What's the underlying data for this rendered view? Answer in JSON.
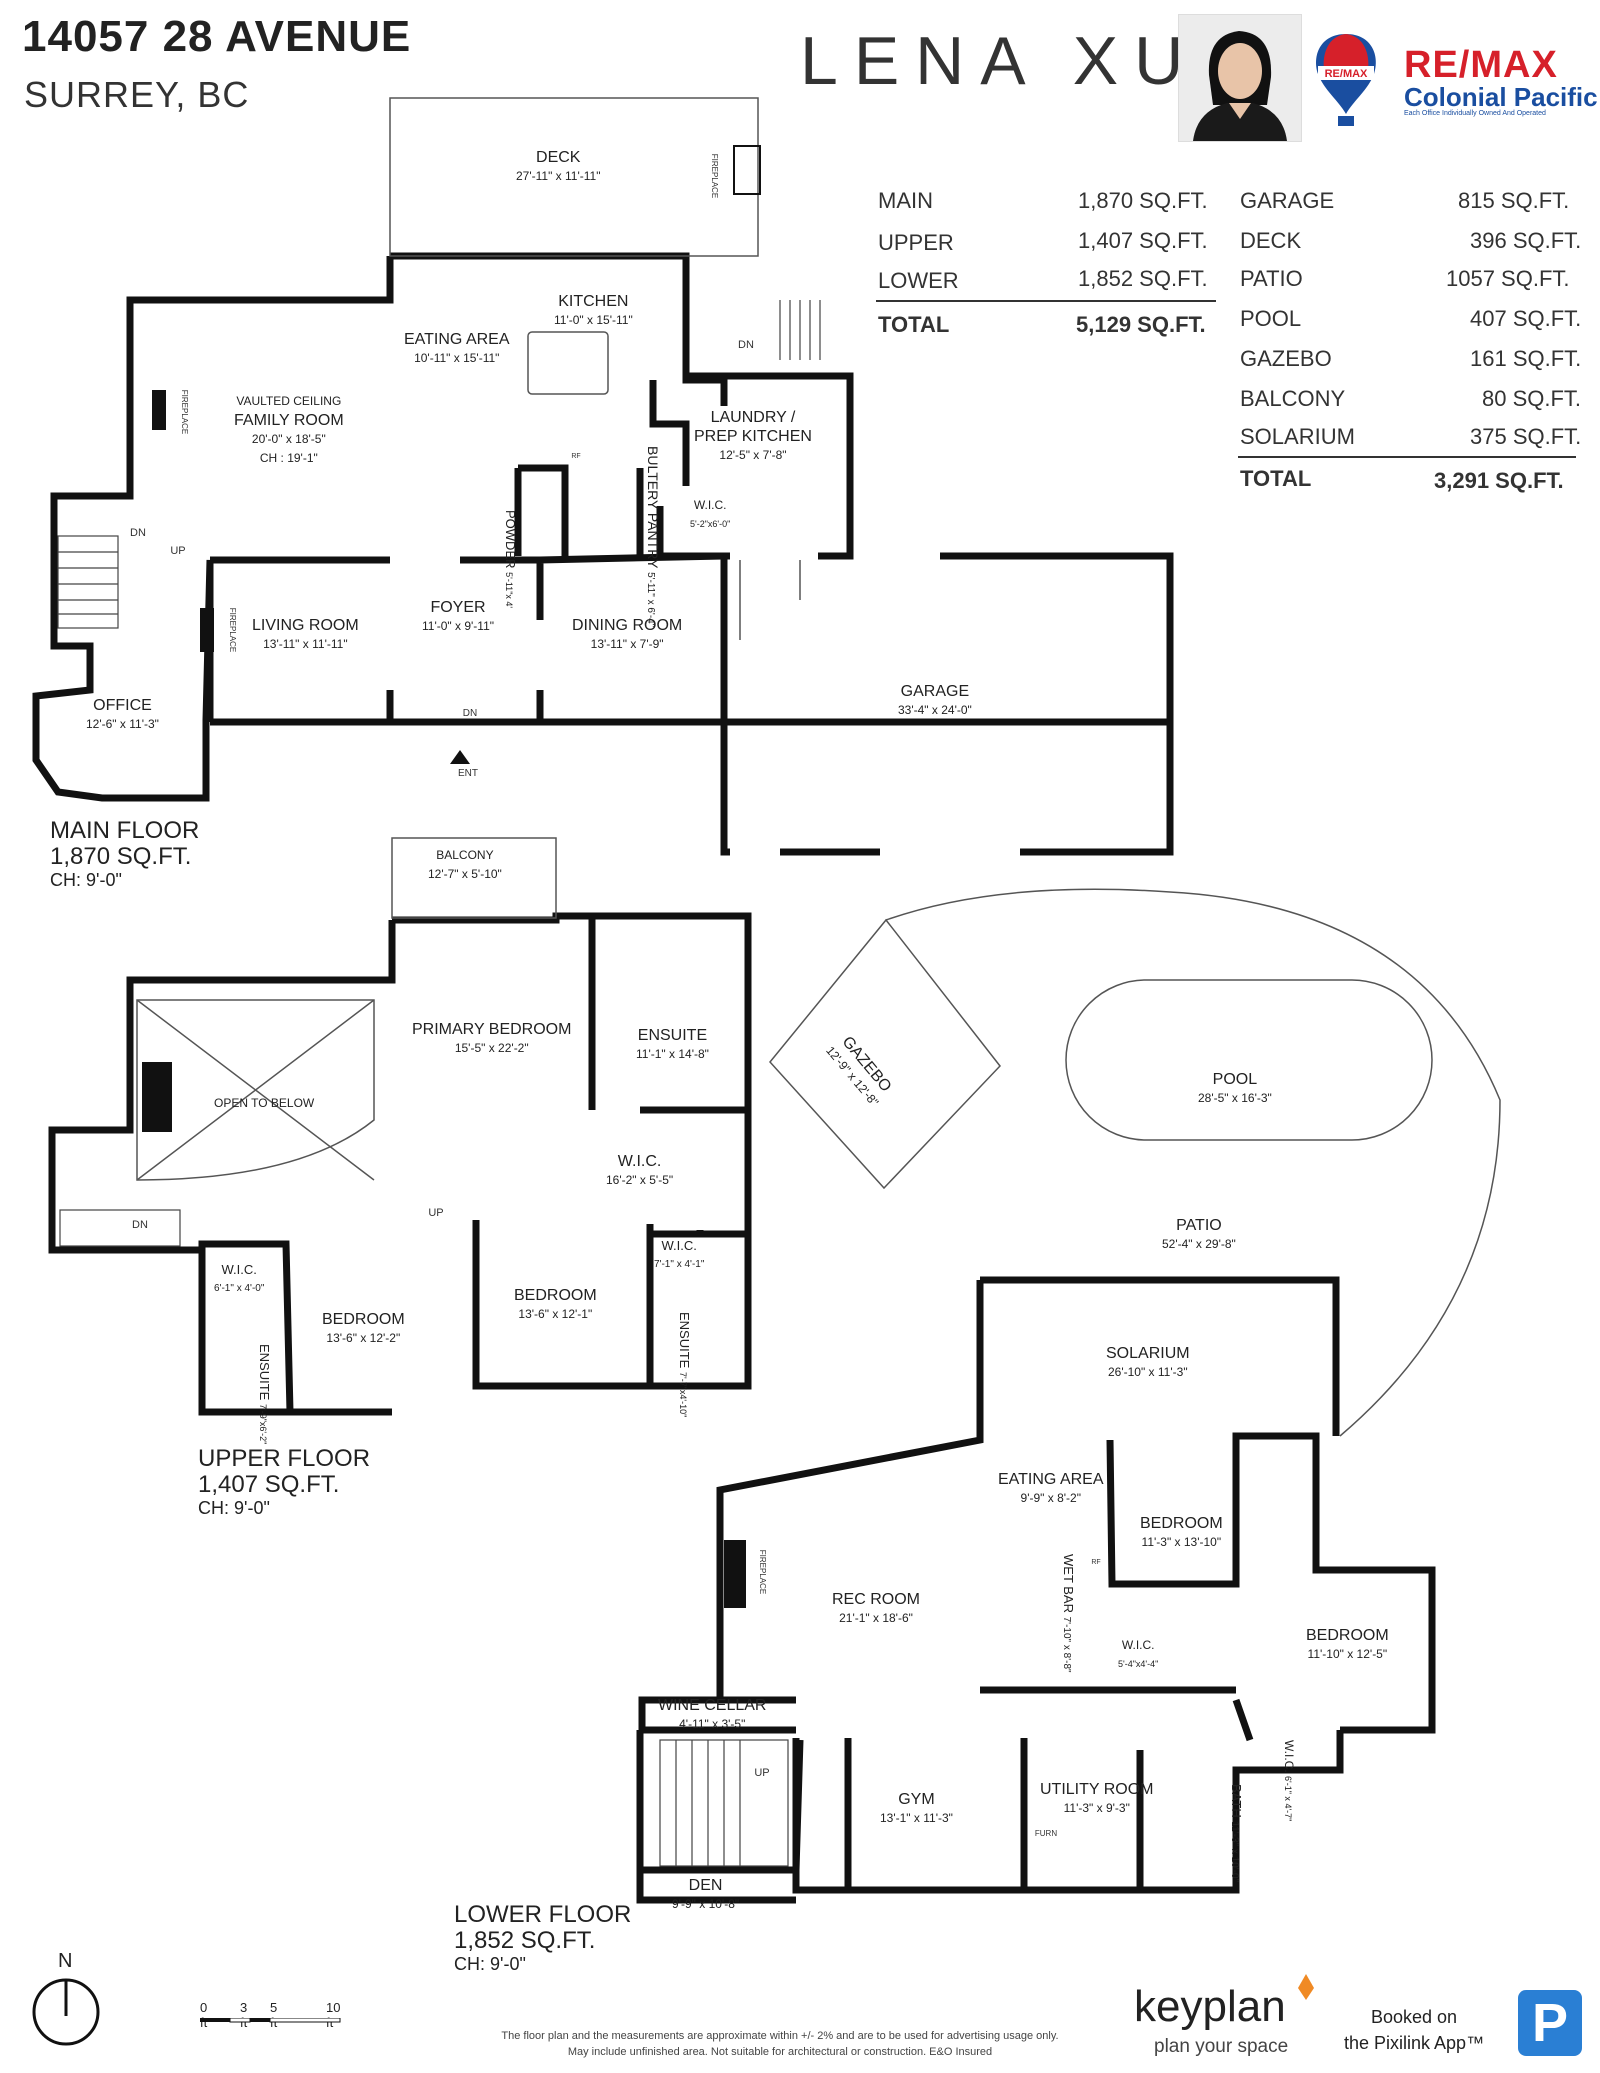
{
  "header": {
    "address_line1": "14057 28 AVENUE",
    "address_line2": "SURREY, BC",
    "agent_name": "LENA XU",
    "brokerage_logo_text": "RE/MAX",
    "brokerage_name": "RE/MAX",
    "brokerage_sub": "Colonial Pacific",
    "brokerage_tagline": "Each Office Individually Owned And Operated"
  },
  "area_summary": {
    "floors": [
      {
        "label": "MAIN",
        "value": "1,870 SQ.FT."
      },
      {
        "label": "UPPER",
        "value": "1,407 SQ.FT."
      },
      {
        "label": "LOWER",
        "value": "1,852 SQ.FT."
      }
    ],
    "floors_total": {
      "label": "TOTAL",
      "value": "5,129 SQ.FT."
    },
    "extras": [
      {
        "label": "GARAGE",
        "value": "815 SQ.FT."
      },
      {
        "label": "DECK",
        "value": "396 SQ.FT."
      },
      {
        "label": "PATIO",
        "value": "1057 SQ.FT."
      },
      {
        "label": "POOL",
        "value": "407 SQ.FT."
      },
      {
        "label": "GAZEBO",
        "value": "161 SQ.FT."
      },
      {
        "label": "BALCONY",
        "value": "80 SQ.FT."
      },
      {
        "label": "SOLARIUM",
        "value": "375 SQ.FT."
      }
    ],
    "extras_total": {
      "label": "TOTAL",
      "value": "3,291 SQ.FT."
    }
  },
  "floors": {
    "main": {
      "title": "MAIN FLOOR",
      "area": "1,870 SQ.FT.",
      "ch": "CH: 9'-0\""
    },
    "upper": {
      "title": "UPPER FLOOR",
      "area": "1,407 SQ.FT.",
      "ch": "CH: 9'-0\""
    },
    "lower": {
      "title": "LOWER FLOOR",
      "area": "1,852 SQ.FT.",
      "ch": "CH: 9'-0\""
    }
  },
  "rooms": {
    "deck": {
      "name": "DECK",
      "dim": "27'-11\" x 11'-11\""
    },
    "kitchen": {
      "name": "KITCHEN",
      "dim": "11'-0\" x 15'-11\""
    },
    "eating_main": {
      "name": "EATING AREA",
      "dim": "10'-11\" x 15'-11\""
    },
    "family": {
      "name": "FAMILY ROOM",
      "note": "VAULTED CEILING",
      "dim": "20'-0\" x 18'-5\"",
      "ch": "CH : 19'-1\""
    },
    "laundry": {
      "name": "LAUNDRY /\nPREP KITCHEN",
      "dim": "12'-5\" x 7'-8\""
    },
    "wic_main": {
      "name": "W.I.C.",
      "dim": "5'-2\"x6'-0\""
    },
    "powder": {
      "name": "POWDER",
      "dim": "5'-11\"x 4'"
    },
    "pantry": {
      "name": "BULTERY PANTRY",
      "dim": "5'-11\" x 6'-4\""
    },
    "living": {
      "name": "LIVING ROOM",
      "dim": "13'-11\" x 11'-11\""
    },
    "foyer": {
      "name": "FOYER",
      "dim": "11'-0\" x 9'-11\""
    },
    "dining": {
      "name": "DINING ROOM",
      "dim": "13'-11\" x 7'-9\""
    },
    "office": {
      "name": "OFFICE",
      "dim": "12'-6\" x 11'-3\""
    },
    "garage": {
      "name": "GARAGE",
      "dim": "33'-4\" x 24'-0\""
    },
    "balcony": {
      "name": "BALCONY",
      "dim": "12'-7\" x 5'-10\""
    },
    "primary": {
      "name": "PRIMARY BEDROOM",
      "dim": "15'-5\" x 22'-2\""
    },
    "ensuite_primary": {
      "name": "ENSUITE",
      "dim": "11'-1\" x 14'-8\""
    },
    "open_below": {
      "name": "OPEN TO BELOW"
    },
    "wic_primary": {
      "name": "W.I.C.",
      "dim": "16'-2\" x 5'-5\""
    },
    "wic_up1": {
      "name": "W.I.C.",
      "dim": "6'-1\" x 4'-0\""
    },
    "bed_up1": {
      "name": "BEDROOM",
      "dim": "13'-6\" x 12'-2\""
    },
    "ensuite_up1": {
      "name": "ENSUITE",
      "dim": "7'-9\"x6'-2\""
    },
    "bed_up2": {
      "name": "BEDROOM",
      "dim": "13'-6\" x 12'-1\""
    },
    "wic_up2": {
      "name": "W.I.C.",
      "dim": "7'-1\" x 4'-1\""
    },
    "ensuite_up2": {
      "name": "ENSUITE",
      "dim": "7'-7\"x4'-10\""
    },
    "gazebo": {
      "name": "GAZEBO",
      "dim": "12'-9\" x 12'-8\""
    },
    "pool": {
      "name": "POOL",
      "dim": "28'-5\" x 16'-3\""
    },
    "patio": {
      "name": "PATIO",
      "dim": "52'-4\" x 29'-8\""
    },
    "solarium": {
      "name": "SOLARIUM",
      "dim": "26'-10\" x 11'-3\""
    },
    "eating_lower": {
      "name": "EATING AREA",
      "dim": "9'-9\" x 8'-2\""
    },
    "bed_low1": {
      "name": "BEDROOM",
      "dim": "11'-3\" x 13'-10\""
    },
    "rec": {
      "name": "REC ROOM",
      "dim": "21'-1\" x 18'-6\""
    },
    "wetbar": {
      "name": "WET BAR",
      "dim": "7'-10\" x 8'-8\""
    },
    "wic_low1": {
      "name": "W.I.C.",
      "dim": "5'-4\"x4'-4\""
    },
    "bed_low2": {
      "name": "BEDROOM",
      "dim": "11'-10\" x 12'-5\""
    },
    "wine": {
      "name": "WINE CELLAR",
      "dim": "4'-11\" x 3'-5\""
    },
    "gym": {
      "name": "GYM",
      "dim": "13'-1\" x 11'-3\""
    },
    "utility": {
      "name": "UTILITY ROOM",
      "dim": "11'-3\" x 9'-3\""
    },
    "bath_low": {
      "name": "BATH",
      "dim": "11'-3\" x 10'-0\""
    },
    "wic_low2": {
      "name": "W.I.C.",
      "dim": "6'-1\" x 4'-7\""
    },
    "den": {
      "name": "DEN",
      "dim": "9'-9\" x 10'-8\""
    }
  },
  "plan_labels": {
    "fireplace": "FIREPLACE",
    "dn": "DN",
    "up": "UP",
    "ent": "ENT",
    "furn": "FURN",
    "rf": "RF"
  },
  "compass": {
    "label": "N"
  },
  "scale": {
    "labels": [
      "0 ft",
      "3 ft",
      "5 ft",
      "10 ft"
    ]
  },
  "footer": {
    "disclaimer_line1": "The floor plan and the measurements are approximate within +/- 2% and are to be used for advertising usage only.",
    "disclaimer_line2": "May include unfinished area. Not suitable for architectural or construction. E&O Insured",
    "keyplan": "keyplan",
    "keyplan_tag": "plan your space",
    "booked_line1": "Booked on",
    "booked_line2": "the Pixilink App™",
    "pixilink_logo": "P"
  },
  "colors": {
    "wall": "#111111",
    "text": "#222222",
    "remax_red": "#d6202a",
    "remax_blue": "#1a4ea0",
    "keyplan_orange": "#f08a24",
    "pixilink_blue": "#2a7fd4"
  }
}
